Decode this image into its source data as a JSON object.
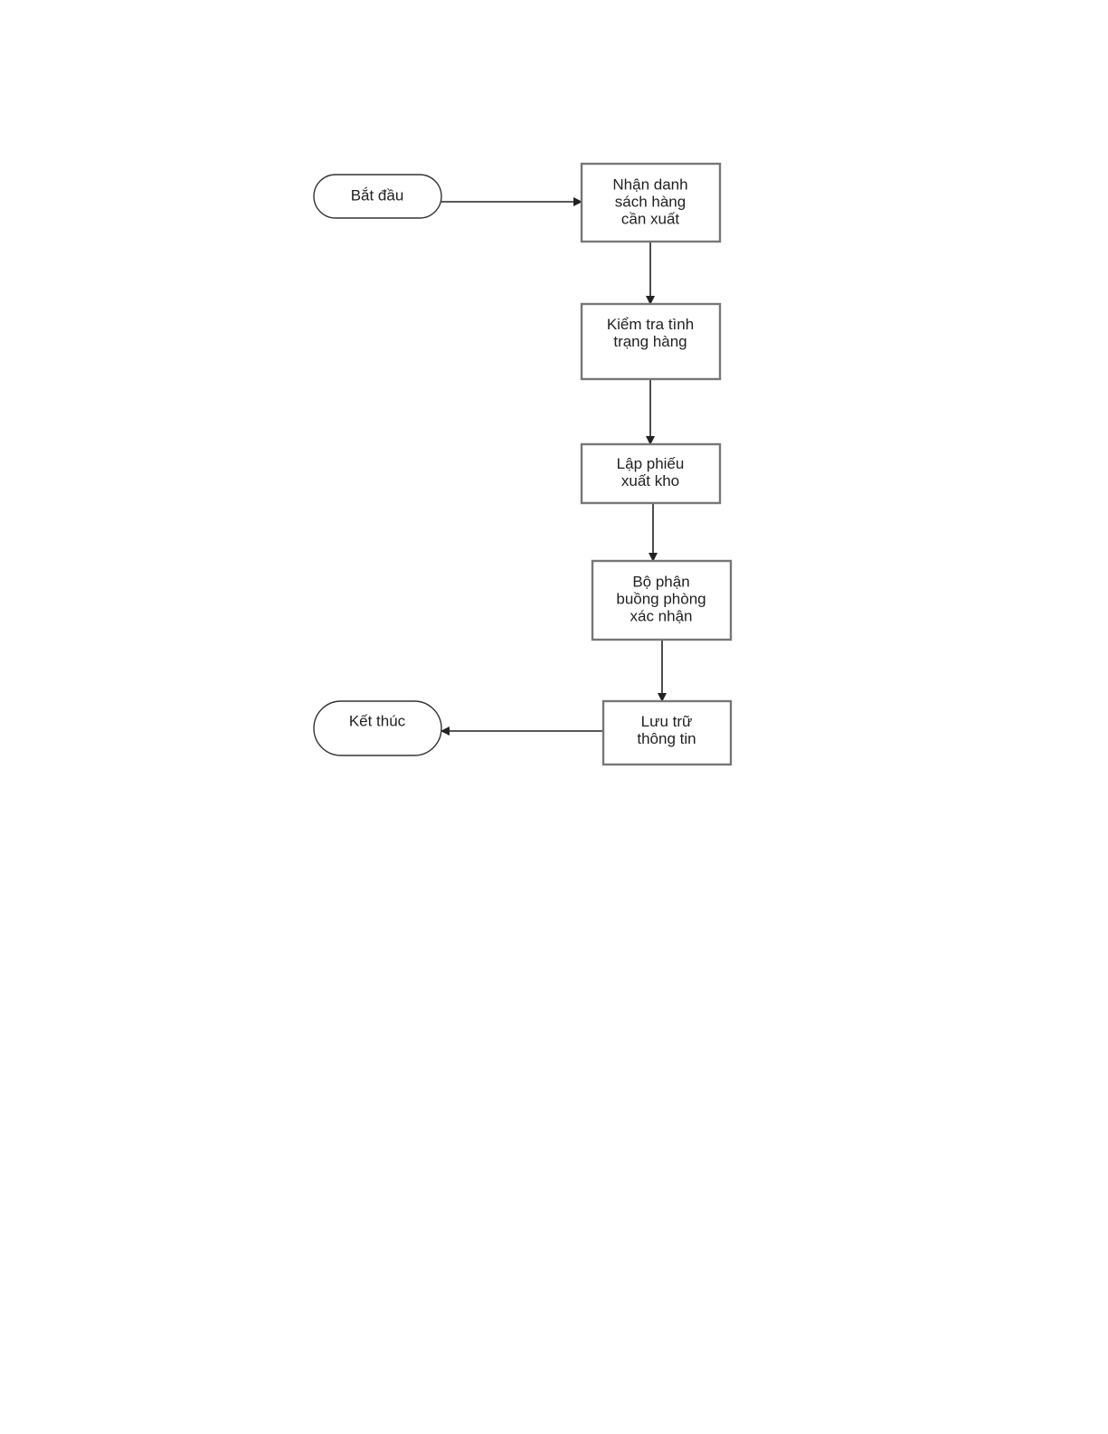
{
  "diagram": {
    "type": "flowchart",
    "colors": {
      "box_stroke": "#777777",
      "terminal_stroke": "#333333",
      "arrow": "#222222",
      "text": "#222222",
      "background": "#ffffff"
    },
    "nodes": {
      "start": {
        "kind": "terminal",
        "lines": [
          "Bắt đầu"
        ]
      },
      "receive_list": {
        "kind": "process",
        "lines": [
          "Nhận danh",
          "sách hàng",
          "cần xuất"
        ]
      },
      "check_status": {
        "kind": "process",
        "lines": [
          "Kiểm tra tình",
          "trạng hàng"
        ]
      },
      "create_slip": {
        "kind": "process",
        "lines": [
          "Lập phiếu",
          "xuất kho"
        ]
      },
      "housekeeping_confirm": {
        "kind": "process",
        "lines": [
          "Bộ phận",
          "buồng phòng",
          "xác nhận"
        ]
      },
      "store_info": {
        "kind": "process",
        "lines": [
          "Lưu trữ",
          "thông tin"
        ]
      },
      "end": {
        "kind": "terminal",
        "lines": [
          "Kết thúc"
        ]
      }
    },
    "edges": [
      {
        "from": "start",
        "to": "receive_list"
      },
      {
        "from": "receive_list",
        "to": "check_status"
      },
      {
        "from": "check_status",
        "to": "create_slip"
      },
      {
        "from": "create_slip",
        "to": "housekeeping_confirm"
      },
      {
        "from": "housekeeping_confirm",
        "to": "store_info"
      },
      {
        "from": "store_info",
        "to": "end"
      }
    ]
  }
}
